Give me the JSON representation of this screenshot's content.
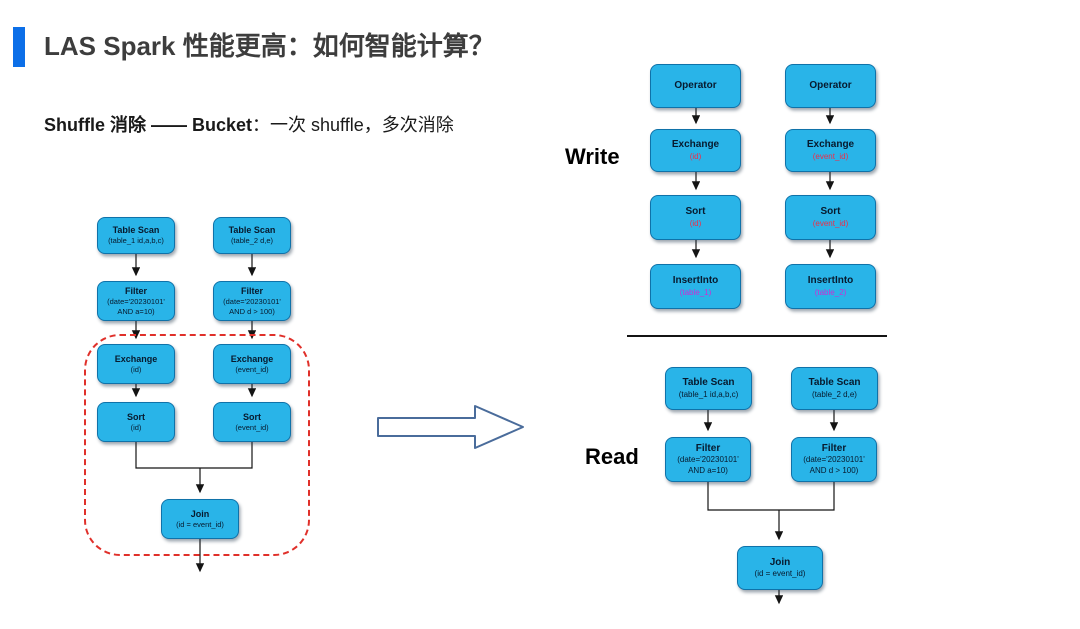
{
  "slide": {
    "title": "LAS Spark 性能更高：如何智能计算？",
    "subtitle": {
      "bold": "Shuffle 消除 —— Bucket",
      "rest": "：一次 shuffle，多次消除"
    }
  },
  "labels": {
    "write": "Write",
    "read": "Read"
  },
  "colors": {
    "accent-bar": "#0c6fe8",
    "title-text": "#3d3d3d",
    "subtitle-text": "#1a1a1a",
    "node-fill": "#29b4e8",
    "node-border": "#0f72a9",
    "node-text": "#071a2e",
    "line": "#141414",
    "highlight-red": "#ee2d49",
    "highlight-magenta": "#cb2fd3",
    "dashed-red": "#e0302a",
    "arrow-blue": "#4a6c9b"
  },
  "left_plan": {
    "nodes": [
      {
        "title": "Table Scan",
        "sub": "(table_1 id,a,b,c)"
      },
      {
        "title": "Table Scan",
        "sub": "(table_2 d,e)"
      },
      {
        "title": "Filter",
        "sub": "(date='20230101'\nAND a=10)"
      },
      {
        "title": "Filter",
        "sub": "(date='20230101'\nAND d > 100)"
      },
      {
        "title": "Exchange",
        "sub": "(id)"
      },
      {
        "title": "Exchange",
        "sub": "(event_id)"
      },
      {
        "title": "Sort",
        "sub": "(id)"
      },
      {
        "title": "Sort",
        "sub": "(event_id)"
      },
      {
        "title": "Join",
        "sub": "(id = event_id)"
      }
    ]
  },
  "write_plan": {
    "nodes": [
      {
        "title": "Operator",
        "sub": ""
      },
      {
        "title": "Operator",
        "sub": ""
      },
      {
        "title": "Exchange",
        "sub": "(id)"
      },
      {
        "title": "Exchange",
        "sub": "(event_id)"
      },
      {
        "title": "Sort",
        "sub": "(id)"
      },
      {
        "title": "Sort",
        "sub": "(event_id)"
      },
      {
        "title": "InsertInto",
        "sub": "(table_1)"
      },
      {
        "title": "InsertInto",
        "sub": "(table_2)"
      }
    ]
  },
  "read_plan": {
    "nodes": [
      {
        "title": "Table Scan",
        "sub": "(table_1 id,a,b,c)"
      },
      {
        "title": "Table Scan",
        "sub": "(table_2 d,e)"
      },
      {
        "title": "Filter",
        "sub": "(date='20230101'\nAND a=10)"
      },
      {
        "title": "Filter",
        "sub": "(date='20230101'\nAND d > 100)"
      },
      {
        "title": "Join",
        "sub": "(id = event_id)"
      }
    ]
  }
}
